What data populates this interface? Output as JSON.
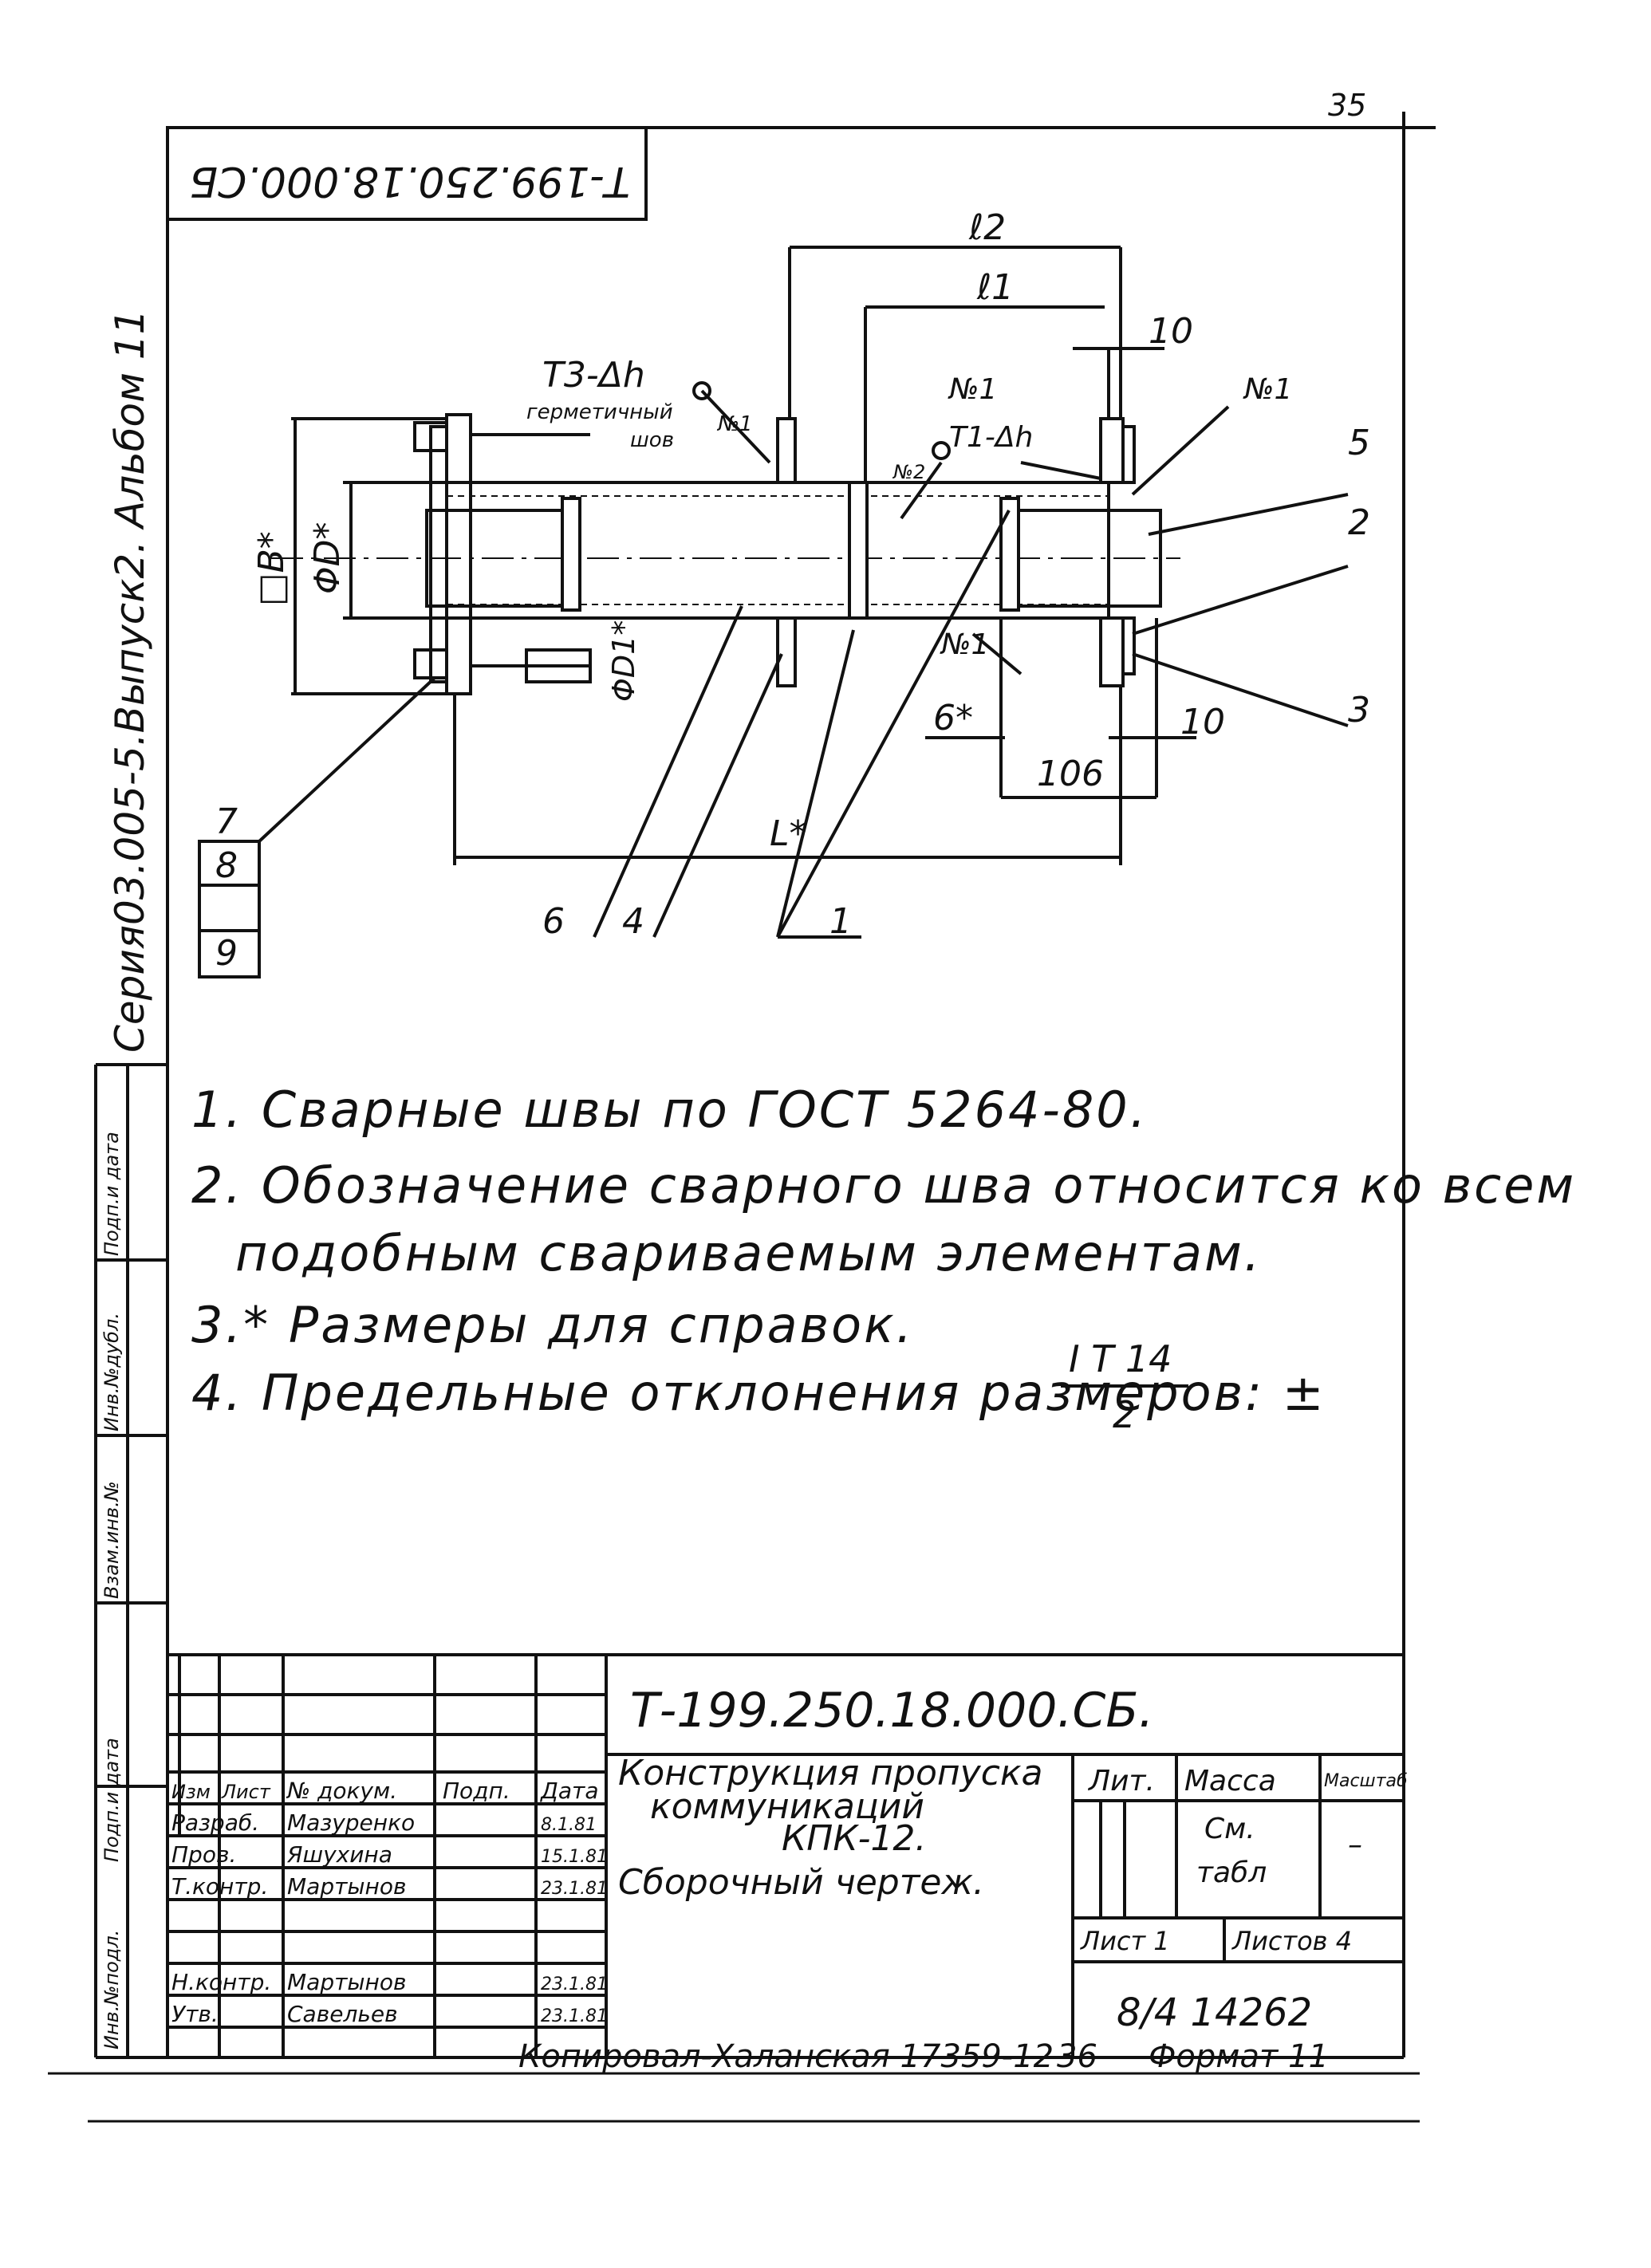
{
  "page_number": "35",
  "stamp": {
    "code_rotated": "Т-199.250.18.000.СБ"
  },
  "series_text": "Серия03.005-5.Выпуск2. Альбом 11",
  "left_strip": [
    "Инв.№подл.",
    "Подп.и дата",
    "Взам.инв.№",
    "Инв.№дубл.",
    "Подп.и дата"
  ],
  "drawing": {
    "dim_l2": "ℓ2",
    "dim_l1": "ℓ1",
    "dim_10_top": "10",
    "dim_10_bottom": "10",
    "dim_6": "6*",
    "dim_106": "106",
    "dim_L": "L*",
    "dim_aB": "□В*",
    "dim_D": "ΦD*",
    "dim_D1": "ΦD1*",
    "weld_t3": "Т3-Δh",
    "weld_hermetic": "герметичный",
    "weld_shov": "шов",
    "weld_t1": "Т1-Δh",
    "weld_no1_a": "№1",
    "weld_no1_b": "№1",
    "weld_no1_c": "№1",
    "weld_no1_d": "№1",
    "weld_no2": "№2",
    "pos_1": "1",
    "pos_2": "2",
    "pos_3": "3",
    "pos_4": "4",
    "pos_5": "5",
    "pos_6": "6",
    "pos_7": "7",
    "pos_8": "8",
    "pos_9": "9"
  },
  "notes": {
    "n1": "1. Сварные швы по ГОСТ 5264-80.",
    "n2a": "2. Обозначение сварного шва относится ко всем",
    "n2b": "подобным свариваемым элементам.",
    "n3": "3.* Размеры для справок.",
    "n4": "4. Предельные отклонения размеров: ±",
    "n4_num": "I T 14",
    "n4_den": "2"
  },
  "title_block": {
    "code": "Т-199.250.18.000.СБ.",
    "title1": "Конструкция пропуска",
    "title2": "коммуникаций",
    "title3": "КПК-12.",
    "title4": "Сборочный чертеж.",
    "h_izm": "Изм",
    "h_list": "Лист",
    "h_dokum": "№ докум.",
    "h_podp": "Подп.",
    "h_data": "Дата",
    "r1_role": "Разраб.",
    "r1_name": "Мазуренко",
    "r1_date": "8.1.81",
    "r2_role": "Пров.",
    "r2_name": "Яшухина",
    "r2_date": "15.1.81",
    "r3_role": "Т.контр.",
    "r3_name": "Мартынов",
    "r3_date": "23.1.81",
    "r4_role": "Н.контр.",
    "r4_name": "Мартынов",
    "r4_date": "23.1.81",
    "r5_role": "Утв.",
    "r5_name": "Савельев",
    "r5_date": "23.1.81",
    "lit": "Лит.",
    "massa": "Масса",
    "masshtab": "Масштаб",
    "massa_val1": "См.",
    "massa_val2": "табл",
    "masshtab_val": "–",
    "sheet": "Лист 1",
    "sheets": "Листов 4",
    "inv": "8/4 14262"
  },
  "footer": {
    "copy": "Копировал-Халанская 17359-12",
    "num": "36",
    "format": "Формат 11"
  }
}
